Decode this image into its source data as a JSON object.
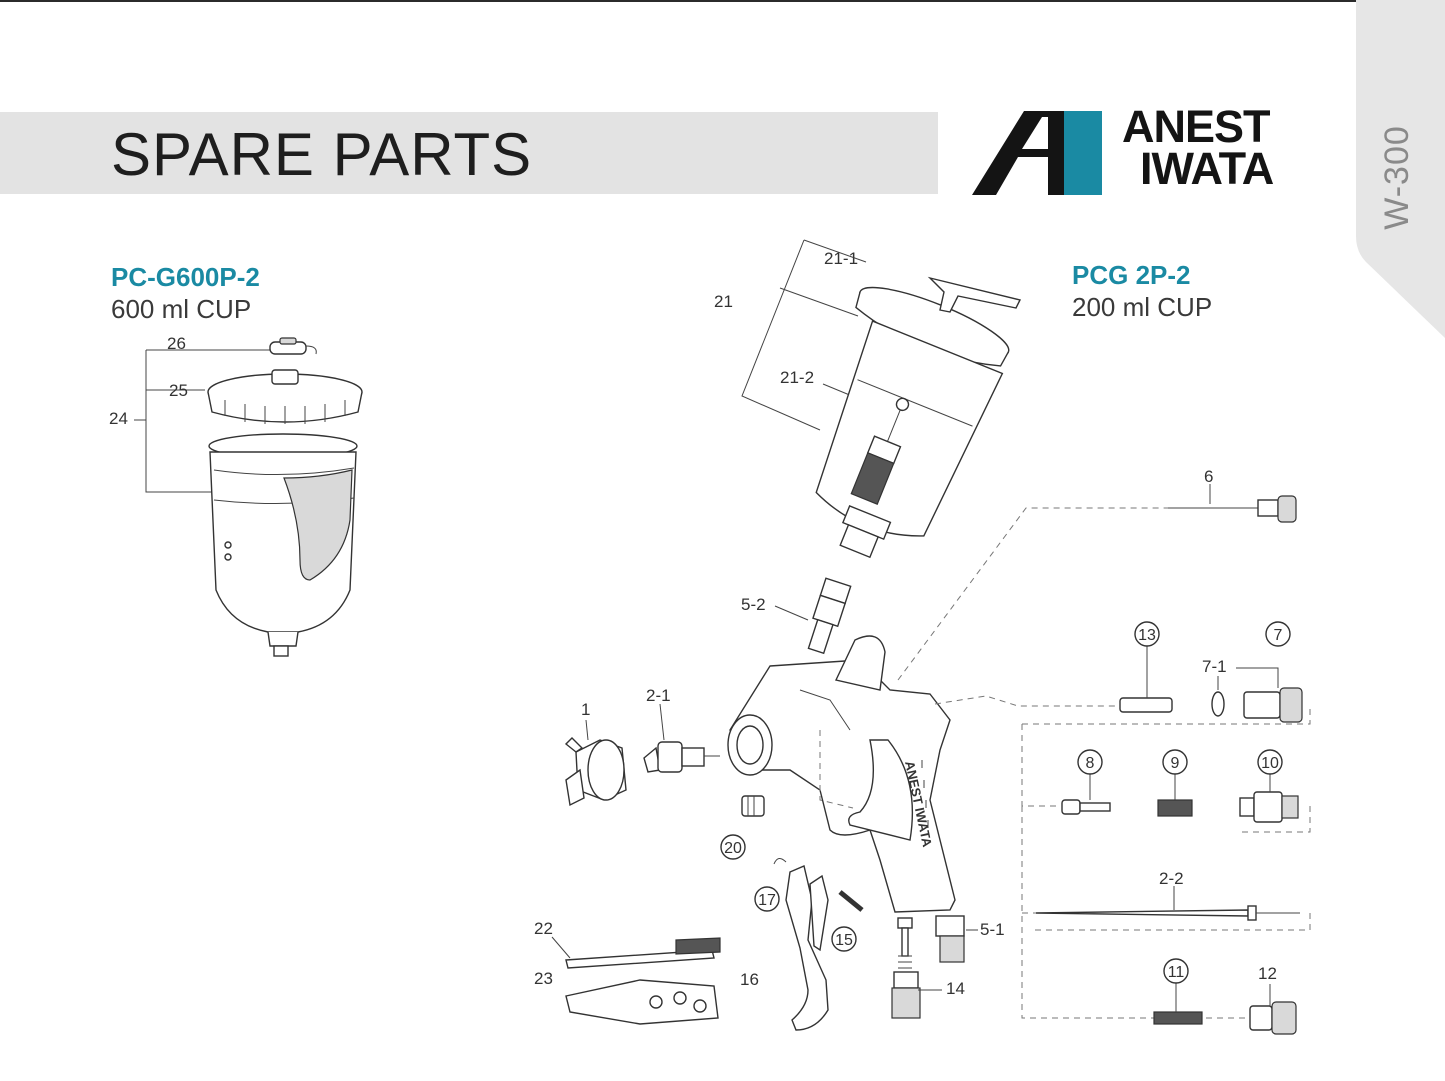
{
  "header": {
    "title": "SPARE PARTS",
    "brand_line1": "ANEST",
    "brand_line2": "IWATA",
    "model_tab": "W-300"
  },
  "cups": [
    {
      "code": "PC-G600P-2",
      "description": "600 ml CUP"
    },
    {
      "code": "PCG 2P-2",
      "description": "200 ml CUP"
    }
  ],
  "part_labels": {
    "p1": "1",
    "p2_1": "2-1",
    "p2_2": "2-2",
    "p5_1": "5-1",
    "p5_2": "5-2",
    "p6": "6",
    "p7": "7",
    "p7_1": "7-1",
    "p8": "8",
    "p9": "9",
    "p10": "10",
    "p11": "11",
    "p12": "12",
    "p13": "13",
    "p14": "14",
    "p15": "15",
    "p16": "16",
    "p17": "17",
    "p20": "20",
    "p21": "21",
    "p21_1": "21-1",
    "p21_2": "21-2",
    "p22": "22",
    "p23": "23",
    "p24": "24",
    "p25": "25",
    "p26": "26"
  },
  "colors": {
    "accent": "#1a8aa3",
    "band": "#e3e3e3",
    "logo_dark": "#141414"
  },
  "brand_gun_text": "ANEST IWATA"
}
